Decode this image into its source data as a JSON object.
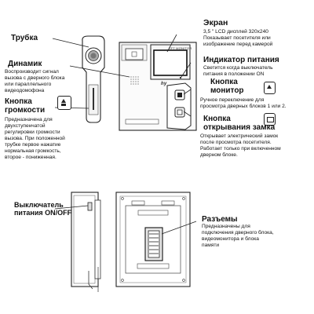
{
  "labels": {
    "handset": {
      "title": "Трубка"
    },
    "speaker": {
      "title": "Динамик",
      "desc": "Воспроизводит сигнал\nвызова с дверного блока\nили параллельного\nвидеодомофона"
    },
    "volume": {
      "title": "Кнопка\nгромкости",
      "desc": "Предназначена для\nдвухступенчатой\nрегулировки громкости\nвызова. При положенной\nтрубке первое нажатие\nнормальная громкость,\nвторое - пониженная."
    },
    "screen": {
      "title": "Экран",
      "desc": "3,5 \" LCD дисплей 320x240\nПоказывает посетителя или\nизображение перед камерой"
    },
    "power_indicator": {
      "title": "Индикатор питания",
      "desc": "Светится когда выключатель\nпитания в положении ON"
    },
    "monitor_button": {
      "title": "Кнопка\nмонитор",
      "desc": "Ручное переключение для\nпросмотра дверных блоков 1 или 2."
    },
    "door_button": {
      "title": "Кнопка\nоткрывания замка",
      "desc": "Открывает электрический замок\nпосле просмотра посетителя.\nРаботает только при включенном\nдверном блоке."
    },
    "power_switch": {
      "title": "Выключатель\nпитания ON/OFF"
    },
    "connectors": {
      "title": "Разъемы",
      "desc": "Предназначены для\nподключения дверного блока,\nвидеомонитора и блока\nпамяти"
    }
  },
  "device": {
    "screen_brand": "TFT MONITOR",
    "logo": "hy"
  }
}
